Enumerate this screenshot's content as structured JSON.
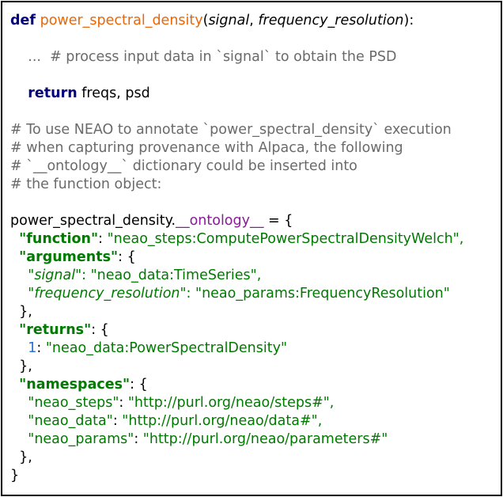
{
  "code": {
    "def_kw": "def",
    "func_name": "power_spectral_density",
    "open_paren": "(",
    "param1": "signal",
    "comma": ", ",
    "param2": "frequency_resolution",
    "close_def": "):",
    "body_line": "...  # process input data in `signal` to obtain the PSD",
    "return_kw": "return",
    "return_vals": " freqs, psd",
    "comments": [
      "# To use NEAO to annotate `power_spectral_density` execution",
      "# when capturing provenance with Alpaca, the following",
      "# `__ontology__` dictionary could be inserted into",
      "# the function object:"
    ],
    "assign_prefix": "power_spectral_density.",
    "dunder": "__ontology__",
    "assign_suffix": " = {",
    "function_key": "\"function\"",
    "function_value": "\"neao_steps:ComputePowerSpectralDensityWelch\",",
    "arguments_key": "\"arguments\"",
    "signal_key": "signal",
    "signal_value": "\"neao_data:TimeSeries\",",
    "freqres_key": "frequency_resolution",
    "freqres_value": "\"neao_params:FrequencyResolution\"",
    "returns_key": "\"returns\"",
    "return_index": "1",
    "return_value": "\"neao_data:PowerSpectralDensity\"",
    "namespaces_key": "\"namespaces\"",
    "ns_steps_key": "\"neao_steps\"",
    "ns_steps_value": "\"http://purl.org/neao/steps#\",",
    "ns_data_key": "\"neao_data\"",
    "ns_data_value": "\"http://purl.org/neao/data#\",",
    "ns_params_key": "\"neao_params\"",
    "ns_params_value": "\"http://purl.org/neao/parameters#\"",
    "colon_brace": ": {",
    "colon": ": ",
    "close_brace_comma": "},",
    "close_brace": "}",
    "quote": "\"",
    "quote_colon": "\": "
  }
}
